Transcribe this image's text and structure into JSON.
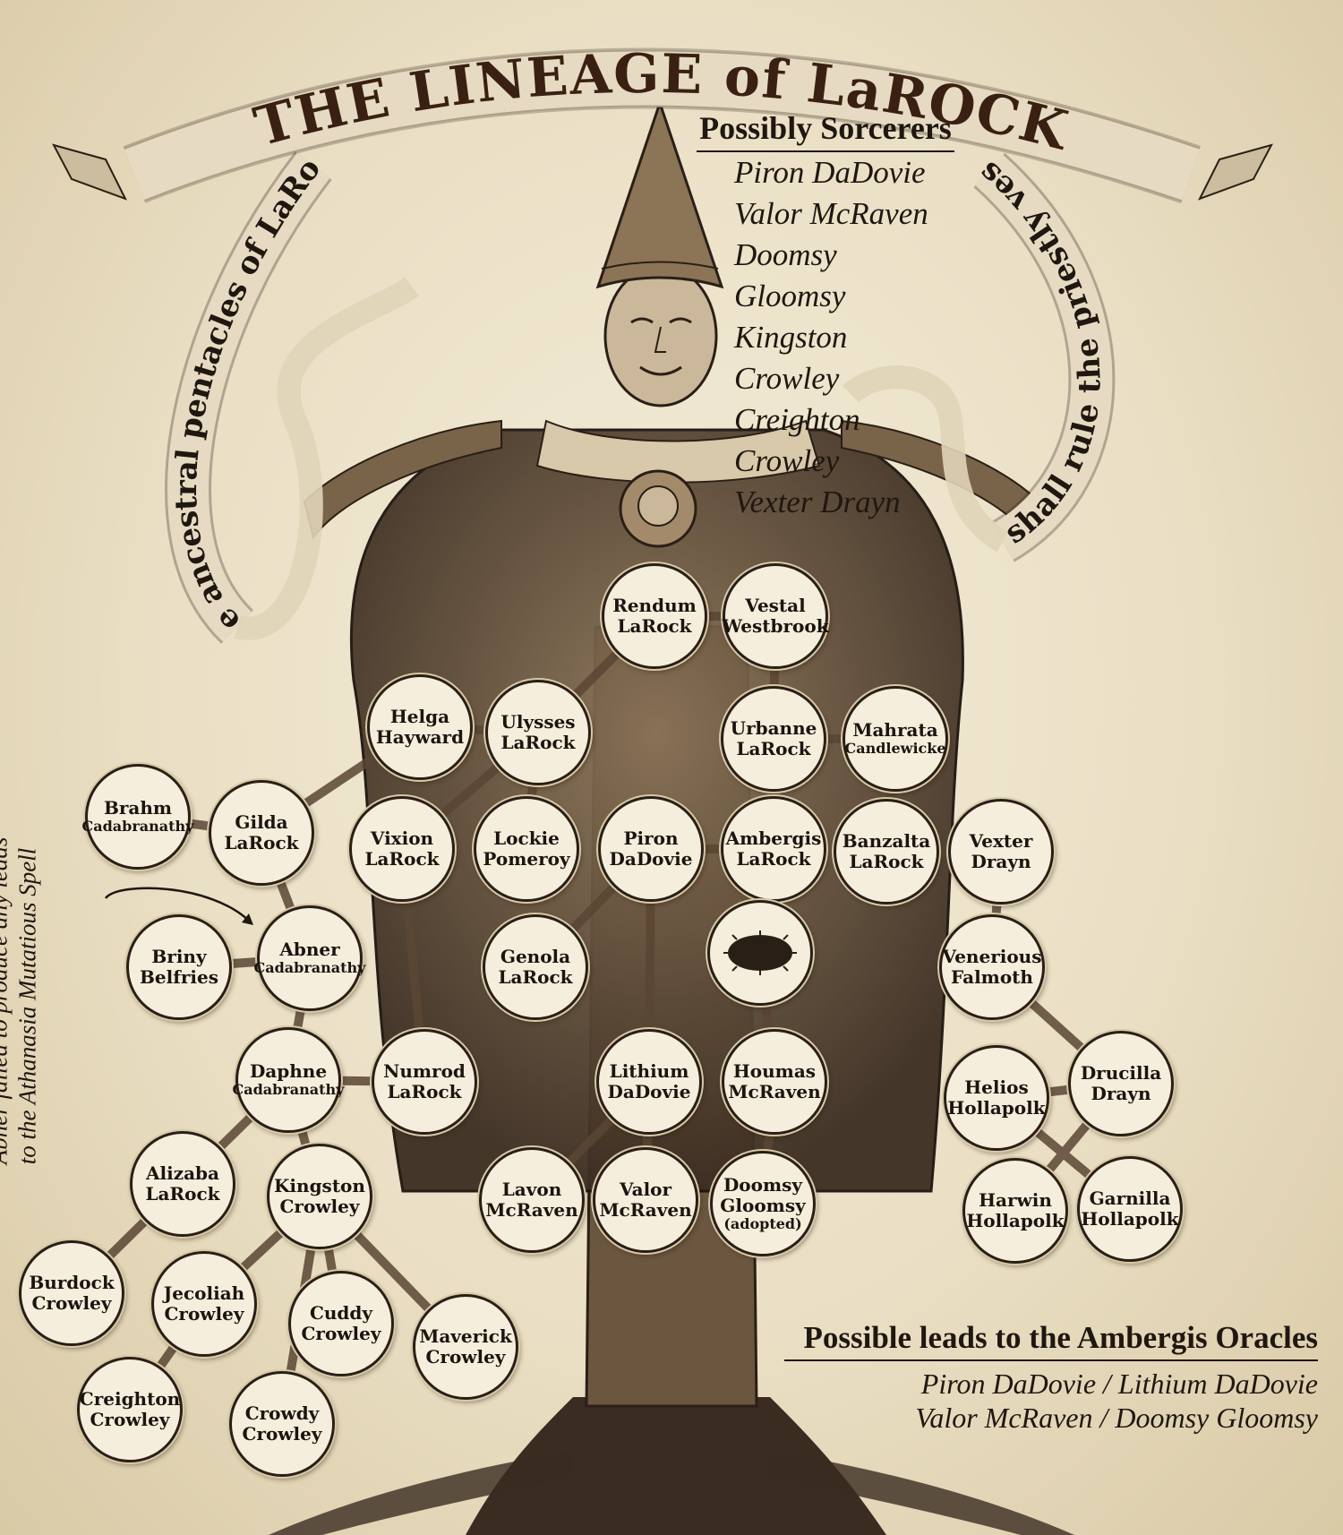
{
  "title": "THE LINEAGE of LaROCK",
  "left_scroll_text": "The ancestral pentacles of LaRock",
  "right_scroll_text": "We shall rule the priestly vestry",
  "side_note_lines": [
    "Abner failed to produce any leads",
    "to the Athanasia Mutatious Spell"
  ],
  "sorcerers_box": {
    "heading": "Possibly Sorcerers",
    "names": [
      "Piron DaDovie",
      "Valor McRaven",
      "Doomsy Gloomsy",
      "Kingston Crowley",
      "Creighton Crowley",
      "Vexter Drayn"
    ]
  },
  "oracles_box": {
    "heading": "Possible leads to the Ambergis Oracles",
    "lines": [
      "Piron DaDovie / Lithium DaDovie",
      "Valor McRaven / Doomsy Gloomsy"
    ]
  },
  "nodes": {
    "rendum": [
      "Rendum",
      "LaRock"
    ],
    "vestal": [
      "Vestal",
      "Westbrook"
    ],
    "helga": [
      "Helga",
      "Hayward"
    ],
    "ulysses": [
      "Ulysses",
      "LaRock"
    ],
    "urbanne": [
      "Urbanne",
      "LaRock"
    ],
    "mahrata": [
      "Mahrata",
      "Candlewicke"
    ],
    "brahm": [
      "Brahm",
      "Cadabranathy"
    ],
    "gilda": [
      "Gilda",
      "LaRock"
    ],
    "vixion": [
      "Vixion",
      "LaRock"
    ],
    "lockie": [
      "Lockie",
      "Pomeroy"
    ],
    "piron": [
      "Piron",
      "DaDovie"
    ],
    "ambergis": [
      "Ambergis",
      "LaRock"
    ],
    "banzalta": [
      "Banzalta",
      "LaRock"
    ],
    "vexter": [
      "Vexter",
      "Drayn"
    ],
    "briny": [
      "Briny",
      "Belfries"
    ],
    "abner": [
      "Abner",
      "Cadabranathy"
    ],
    "genola": [
      "Genola",
      "LaRock"
    ],
    "venerious": [
      "Venerious",
      "Falmoth"
    ],
    "daphne": [
      "Daphne",
      "Cadabranathy"
    ],
    "numrod": [
      "Numrod",
      "LaRock"
    ],
    "lithium": [
      "Lithium",
      "DaDovie"
    ],
    "houmas": [
      "Houmas",
      "McRaven"
    ],
    "helios": [
      "Helios",
      "Hollapolk"
    ],
    "drucilla": [
      "Drucilla",
      "Drayn"
    ],
    "alizaba": [
      "Alizaba",
      "LaRock"
    ],
    "kingston": [
      "Kingston",
      "Crowley"
    ],
    "lavon": [
      "Lavon",
      "McRaven"
    ],
    "valor": [
      "Valor",
      "McRaven"
    ],
    "doomsy": [
      "Doomsy",
      "Gloomsy",
      "(adopted)"
    ],
    "harwin": [
      "Harwin",
      "Hollapolk"
    ],
    "garnilla": [
      "Garnilla",
      "Hollapolk"
    ],
    "burdock": [
      "Burdock",
      "Crowley"
    ],
    "jecoliah": [
      "Jecoliah",
      "Crowley"
    ],
    "cuddy": [
      "Cuddy",
      "Crowley"
    ],
    "maverick": [
      "Maverick",
      "Crowley"
    ],
    "creighton": [
      "Creighton",
      "Crowley"
    ],
    "crowdy": [
      "Crowdy",
      "Crowley"
    ]
  },
  "colors": {
    "ink": "#1f1710",
    "parchment": "#ece3cc",
    "sepia": "#6b5640",
    "bark": "#4a3a2b"
  }
}
